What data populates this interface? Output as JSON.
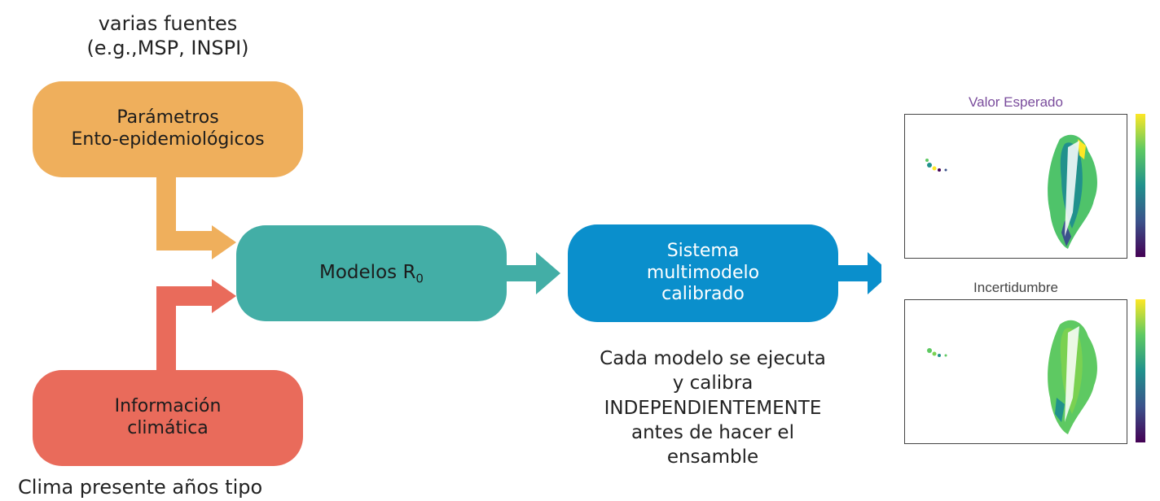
{
  "sources": {
    "top_caption_line1": "varias fuentes",
    "top_caption_line2": "(e.g.,MSP, INSPI)",
    "bottom_caption": "Clima presente años tipo"
  },
  "boxes": {
    "params_line1": "Parámetros",
    "params_line2": "Ento-epidemiológicos",
    "climate_line1": "Información",
    "climate_line2": "climática",
    "models_label": "Modelos R",
    "models_subscript": "0",
    "system_line1": "Sistema",
    "system_line2": "multimodelo",
    "system_line3": "calibrado"
  },
  "note": {
    "line1": "Cada modelo se ejecuta",
    "line2": "y calibra",
    "line3": "INDEPENDIENTEMENTE",
    "line4": "antes de hacer el",
    "line5": "ensamble"
  },
  "maps": {
    "expected_title": "Valor Esperado",
    "uncertainty_title": "Incertidumbre"
  },
  "colors": {
    "orange": "#EFAF5C",
    "red": "#E96B5B",
    "teal": "#43AEA6",
    "blue": "#0A8FCC",
    "expected_title_color": "#7a4c9c",
    "uncertainty_title_color": "#444444"
  }
}
